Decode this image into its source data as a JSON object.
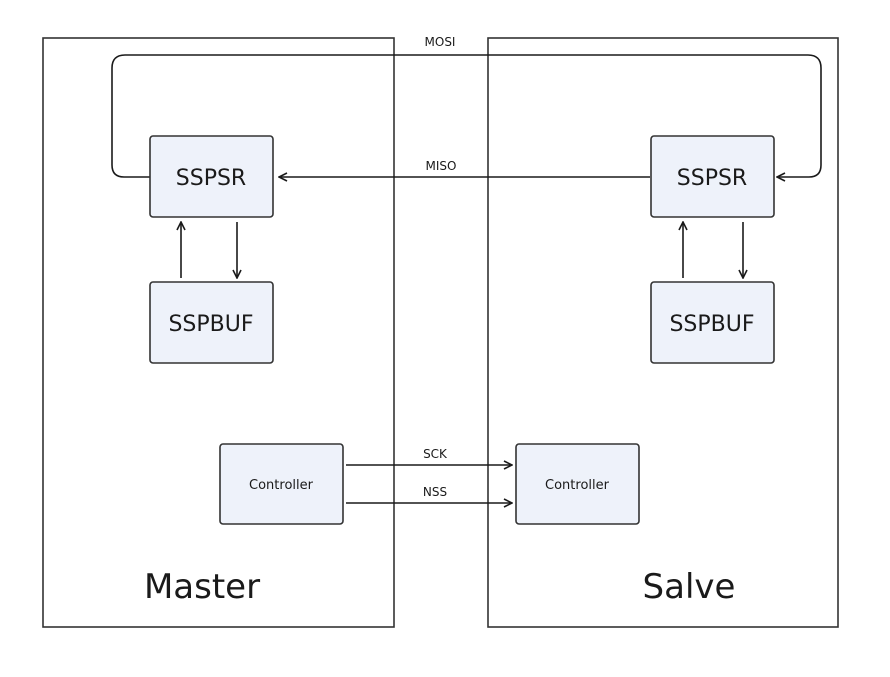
{
  "master": {
    "title": "Master",
    "shift_register": "SSPSR",
    "buffer": "SSPBUF",
    "controller": "Controller"
  },
  "slave": {
    "title": "Salve",
    "shift_register": "SSPSR",
    "buffer": "SSPBUF",
    "controller": "Controller"
  },
  "signals": {
    "mosi": "MOSI",
    "miso": "MISO",
    "sck": "SCK",
    "nss": "NSS"
  },
  "colors": {
    "box_fill": "#eef2fa",
    "stroke": "#333333"
  }
}
